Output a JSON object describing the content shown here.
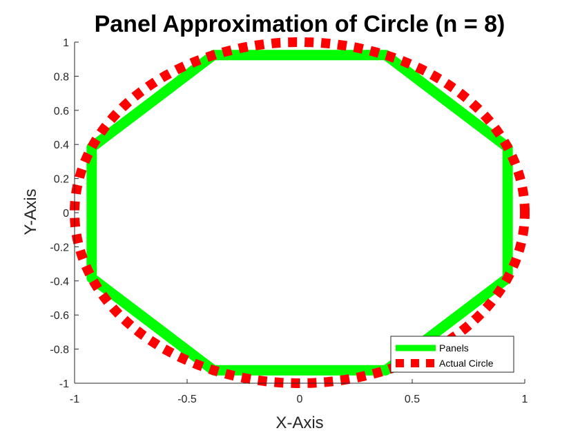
{
  "chart_data": {
    "type": "line",
    "title": "Panel Approximation of Circle (n = 8)",
    "xlabel": "X-Axis",
    "ylabel": "Y-Axis",
    "xlim": [
      -1,
      1
    ],
    "ylim": [
      -1,
      1
    ],
    "xticks": [
      -1,
      -0.5,
      0,
      0.5,
      1
    ],
    "xtick_labels": [
      "-1",
      "-0.5",
      "0",
      "0.5",
      "1"
    ],
    "yticks": [
      1,
      0.8,
      0.6,
      0.4,
      0.2,
      0,
      -0.2,
      -0.4,
      -0.6,
      -0.8,
      -1
    ],
    "ytick_labels": [
      "1",
      "0.8",
      "0.6",
      "0.4",
      "0.2",
      "0",
      "-0.2",
      "-0.4",
      "-0.6",
      "-0.8",
      "-1"
    ],
    "grid": false,
    "legend_position": "bottom-right",
    "series": [
      {
        "name": "Panels",
        "color": "#00ff00",
        "style": "solid",
        "x": [
          0.924,
          0.924,
          0.383,
          -0.383,
          -0.924,
          -0.924,
          -0.383,
          0.383,
          0.924
        ],
        "y": [
          -0.383,
          0.383,
          0.924,
          0.924,
          0.383,
          -0.383,
          -0.924,
          -0.924,
          -0.383
        ]
      },
      {
        "name": "Actual Circle",
        "color": "#ff0000",
        "style": "dotted",
        "parametric": "x = cos(t), y = sin(t), t in [0, 2*pi]"
      }
    ]
  }
}
